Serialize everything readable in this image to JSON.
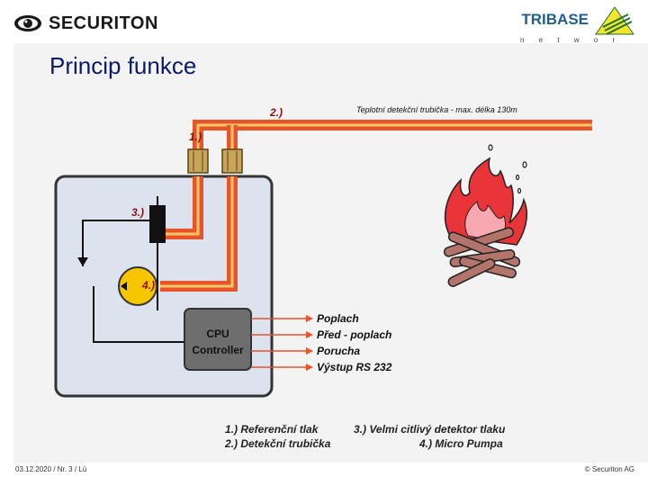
{
  "header": {
    "brand_left": "SECURITON",
    "brand_right": "TRIBASE",
    "brand_right_sub": "n e t w o r k s"
  },
  "title": "Princip funkce",
  "diagram": {
    "tube_caption": "Teplotní detekční trubička - max. délka 130m",
    "label_2": "2.)",
    "label_1": "1.)",
    "label_3": "3.)",
    "label_4": "4.)",
    "cpu_line1": "CPU",
    "cpu_line2": "Controller",
    "outputs": [
      "Poplach",
      "Před - poplach",
      "Porucha",
      "Výstup RS 232"
    ],
    "legend": {
      "item1": "1.) Referenční tlak",
      "item3": "3.) Velmi citlivý detektor tlaku",
      "item2": "2.) Detekční trubička",
      "item4": "4.) Micro Pumpa"
    }
  },
  "footer": {
    "left": "03.12.2020 / Nr. 3 / Lü",
    "right": "© Securiton AG"
  },
  "colors": {
    "tube_outer": "#e8532a",
    "tube_inner": "#f5c96a",
    "title": "#0b1a6a",
    "pump": "#f7c600"
  }
}
